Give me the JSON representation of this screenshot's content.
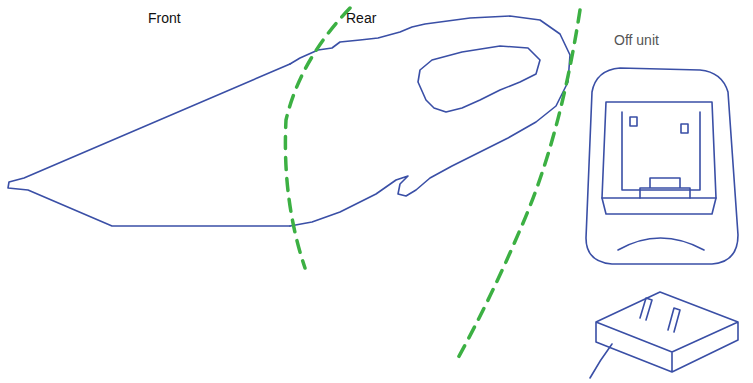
{
  "diagram": {
    "labels": [
      "Front",
      "Rear",
      "Off unit"
    ]
  }
}
